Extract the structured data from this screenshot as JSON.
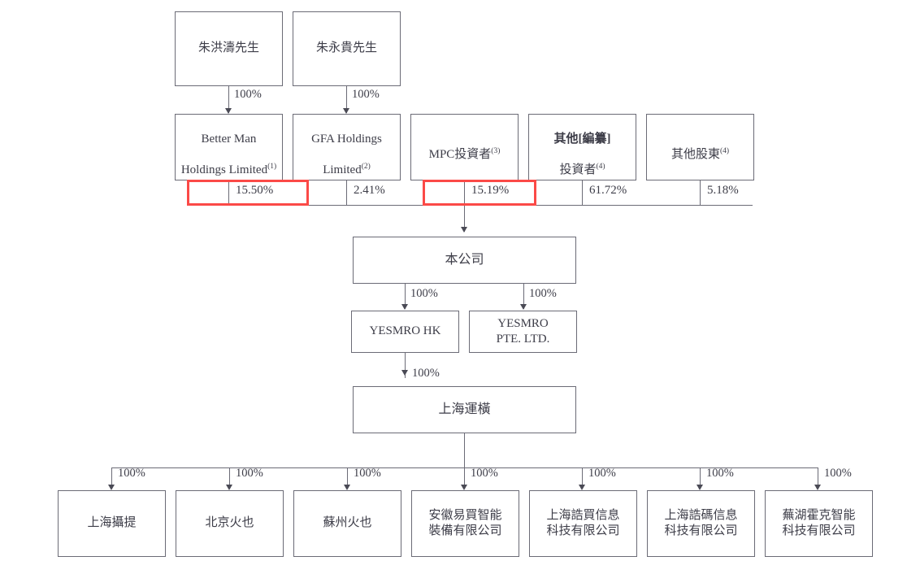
{
  "diagram": {
    "title": "Shareholding and corporate structure chart",
    "accent_highlight_color": "#fb4a47",
    "line_color": "#6b6b76",
    "text_color": "#3d3d48",
    "tier1": [
      {
        "id": "zhu-hong-tao",
        "label": "朱洪濤先生",
        "edge_pct": "100%"
      },
      {
        "id": "zhu-yong-gui",
        "label": "朱永貴先生",
        "edge_pct": "100%"
      }
    ],
    "tier2": [
      {
        "id": "better-man",
        "line1": "Better Man",
        "line2": "Holdings Limited",
        "sup": "(1)",
        "pct": "15.50%",
        "highlighted": true
      },
      {
        "id": "gfa-holdings",
        "line1": "GFA Holdings",
        "line2": "Limited",
        "sup": "(2)",
        "pct": "2.41%",
        "highlighted": false
      },
      {
        "id": "mpc-investors",
        "line1": "MPC投資者",
        "line2": "",
        "sup": "(3)",
        "pct": "15.19%",
        "highlighted": true
      },
      {
        "id": "other-cmpl-investors",
        "line1": "其他[編纂]",
        "line2": "投資者",
        "sup": "(4)",
        "pct": "61.72%",
        "highlighted": false,
        "bold_segment": "[編纂]"
      },
      {
        "id": "other-shareholders",
        "line1": "其他股東",
        "line2": "",
        "sup": "(4)",
        "pct": "5.18%",
        "highlighted": false
      }
    ],
    "company": {
      "id": "the-company",
      "label": "本公司"
    },
    "tier3": [
      {
        "id": "yesmro-hk",
        "label": "YESMRO HK",
        "edge_pct": "100%"
      },
      {
        "id": "yesmro-pte",
        "label": "YESMRO\nPTE. LTD.",
        "edge_pct": "100%"
      }
    ],
    "tier4": {
      "id": "shanghai-yunheng",
      "label": "上海運橫",
      "edge_pct": "100%"
    },
    "tier5": [
      {
        "id": "shanghai-sheti",
        "label": "上海攝提",
        "edge_pct": "100%"
      },
      {
        "id": "beijing-huoye",
        "label": "北京火也",
        "edge_pct": "100%"
      },
      {
        "id": "suzhou-huoye",
        "label": "蘇州火也",
        "edge_pct": "100%"
      },
      {
        "id": "anhui-yimai",
        "label": "安徽易買智能\n裝備有限公司",
        "edge_pct": "100%"
      },
      {
        "id": "shanghai-jiemai",
        "label": "上海誥買信息\n科技有限公司",
        "edge_pct": "100%"
      },
      {
        "id": "shanghai-jiema",
        "label": "上海誥碼信息\n科技有限公司",
        "edge_pct": "100%"
      },
      {
        "id": "wuhu-huoke",
        "label": "蕪湖霍克智能\n科技有限公司",
        "edge_pct": "100%"
      }
    ]
  }
}
